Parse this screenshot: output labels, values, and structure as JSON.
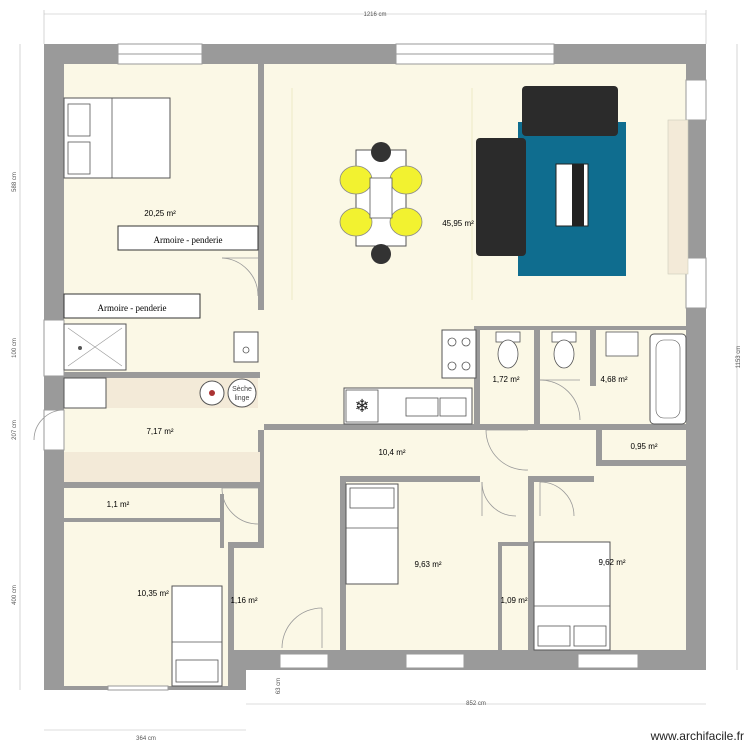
{
  "rooms": {
    "bedroom1": "20,25 m²",
    "living": "45,95 m²",
    "wc1": "1,72 m²",
    "bathroom": "4,68 m²",
    "laundry": "7,17 m²",
    "hallway": "10,4 m²",
    "closet": "0,95 m²",
    "small1": "1,1 m²",
    "bedroom2": "10,35 m²",
    "small2": "1,16 m²",
    "bedroom3": "9,63 m²",
    "small3": "1,09 m²",
    "bedroom4": "9,62 m²"
  },
  "furniture": {
    "wardrobe_label": "Armoire - penderie",
    "dryer_label_1": "Sèche",
    "dryer_label_2": "linge"
  },
  "dimensions": {
    "top": "1216 cm",
    "right": "1153 cm",
    "left_1": "588 cm",
    "left_2": "100 cm",
    "left_3": "207 cm",
    "left_4": "400 cm",
    "bottom_left": "364 cm",
    "bottom_right": "852 cm",
    "notch": "63 cm"
  },
  "watermark": "www.archifacile.fr",
  "colors": {
    "wall": "#9a9a9a",
    "floor": "#fbf8e6",
    "rug": "#0f6d8f",
    "sofa": "#2b2b2b",
    "chair": "#f2f230"
  }
}
